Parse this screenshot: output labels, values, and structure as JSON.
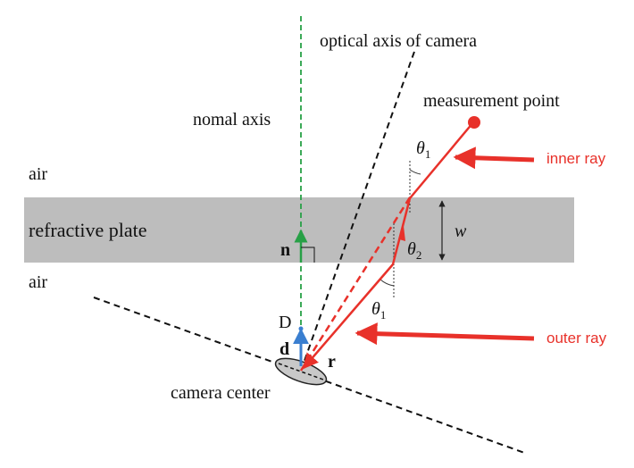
{
  "labels": {
    "optical_axis": "optical axis of camera",
    "normal_axis": "nomal axis",
    "measurement_point": "measurement point",
    "air_top": "air",
    "air_bottom": "air",
    "refractive_plate": "refractive plate",
    "camera_center": "camera center",
    "inner_ray": "inner ray",
    "outer_ray": "outer ray",
    "n": "n",
    "d": "d",
    "D": "D",
    "r": "r",
    "w": "w",
    "theta1_top": "θ",
    "theta1_top_sub": "1",
    "theta2": "θ",
    "theta2_sub": "2",
    "theta1_bottom": "θ",
    "theta1_bottom_sub": "1"
  },
  "colors": {
    "plate": "#bdbdbd",
    "ray_red": "#e8312a",
    "annotation_red": "#e8312a",
    "normal_green": "#27a046",
    "vector_blue": "#3a7fd0",
    "black": "#111111",
    "camera_ellipse": "#c8c8c8"
  }
}
